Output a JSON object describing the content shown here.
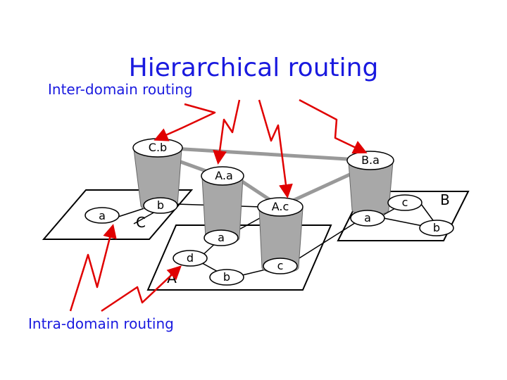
{
  "title": "Hierarchical routing",
  "captions": {
    "inter": "Inter-domain routing",
    "intra": "Intra-domain routing"
  },
  "domains": {
    "A": "A",
    "B": "B",
    "C": "C"
  },
  "routers": {
    "Cb": "C.b",
    "Ba": "B.a",
    "Aa": "A.a",
    "Ac": "A.c"
  },
  "nodes": {
    "C_a": "a",
    "C_b": "b",
    "A_a": "a",
    "A_d": "d",
    "A_b": "b",
    "A_c": "c",
    "B_a": "a",
    "B_c": "c",
    "B_b": "b"
  },
  "colors": {
    "title": "#1a1adf",
    "arrow": "#e00000",
    "cylinder": "#a8a8a8",
    "link": "#999999"
  }
}
